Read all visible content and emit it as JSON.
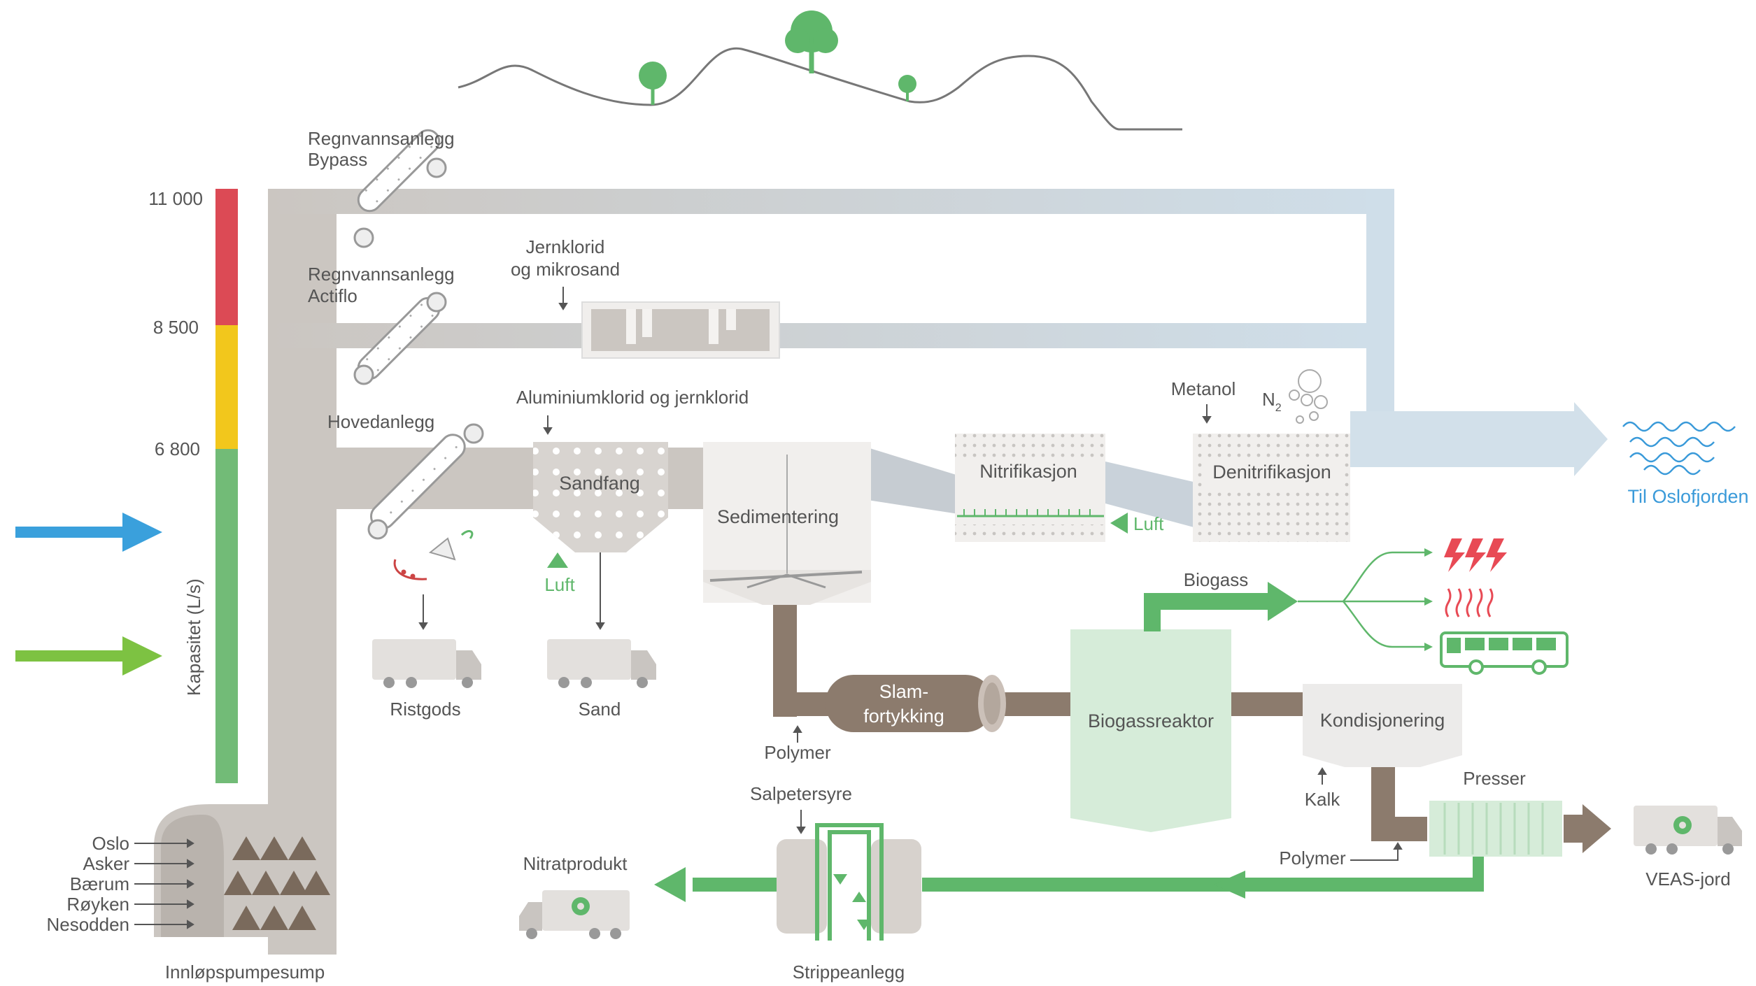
{
  "capacity": {
    "axis_label": "Kapasitet (L/s)",
    "ticks": [
      "11 000",
      "8 500",
      "6 800"
    ],
    "levels": [
      {
        "from": 8500,
        "to": 11000,
        "color": "#dc4a55"
      },
      {
        "from": 6800,
        "to": 8500,
        "color": "#f2c71c"
      },
      {
        "from": 0,
        "to": 6800,
        "color": "#72bb77"
      }
    ]
  },
  "inlet": {
    "municipalities": [
      "Oslo",
      "Asker",
      "Bærum",
      "Røyken",
      "Nesodden"
    ],
    "label": "Innløpspumpesump"
  },
  "lines": {
    "bypass": [
      "Regnvannsanlegg",
      "Bypass"
    ],
    "actiflo": [
      "Regnvannsanlegg",
      "Actiflo"
    ],
    "main": "Hovedanlegg"
  },
  "chemicals": {
    "jernklorid": [
      "Jernklorid",
      "og mikrosand"
    ],
    "aluminium": "Aluminiumklorid og jernklorid",
    "metanol": "Metanol",
    "n2": "N",
    "n2_sub": "2",
    "polymer_1": "Polymer",
    "salpetersyre": "Salpetersyre",
    "kalk": "Kalk",
    "polymer_2": "Polymer"
  },
  "process": {
    "sandfang": "Sandfang",
    "luft_1": "Luft",
    "sedimentering": "Sedimentering",
    "nitrifikasjon": "Nitrifikasjon",
    "luft_2": "Luft",
    "denitrifikasjon": "Denitrifikasjon",
    "slam": [
      "Slam-",
      "fortykking"
    ],
    "biogassreaktor": "Biogassreaktor",
    "biogass": "Biogass",
    "kondisjonering": "Kondisjonering",
    "presser": "Presser",
    "strippeanlegg": "Strippeanlegg"
  },
  "outputs": {
    "ristgods": "Ristgods",
    "sand": "Sand",
    "fjord": "Til Oslofjorden",
    "nitrat": "Nitratprodukt",
    "jord": "VEAS-jord"
  },
  "colors": {
    "pipe": "#cbc6c1",
    "pipe_clean": "#cfdee9",
    "sludge": "#8c7b6d",
    "green": "#5fb76b",
    "red": "#e84a55",
    "blue": "#3aa0dc",
    "arrow_green": "#7dc242"
  }
}
